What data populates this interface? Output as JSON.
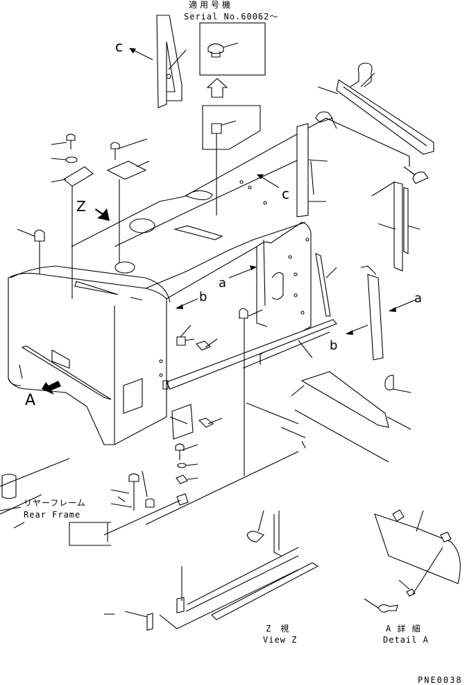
{
  "header": {
    "serial_title_jp": "適用号機",
    "serial_text": "Serial No.60062～"
  },
  "callouts": {
    "c_top": "c",
    "c_mid": "c",
    "z": "Z",
    "a_left": "a",
    "a_right": "a",
    "b_left": "b",
    "b_right": "b",
    "big_a": "A"
  },
  "rear_frame": {
    "label_jp": "リヤーフレーム",
    "label_en": "Rear Frame"
  },
  "view_z": {
    "label_jp": "Z　視",
    "label_en": "View Z"
  },
  "detail_a": {
    "label_jp": "A 詳 細",
    "label_en": "Detail A"
  },
  "footer": {
    "drawing_code": "PNE0038"
  }
}
